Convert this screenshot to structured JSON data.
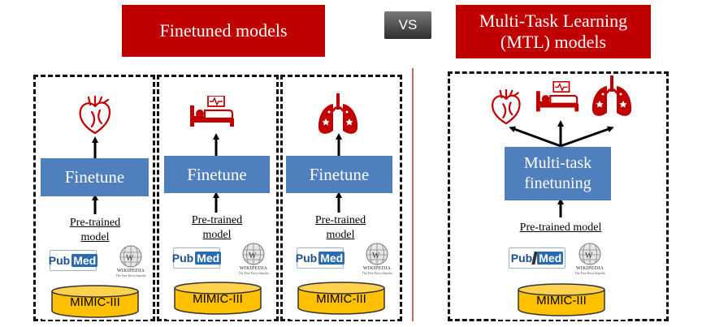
{
  "header": {
    "finetuned_title": "Finetuned models",
    "vs_label": "VS",
    "mtl_title_line1": "Multi-Task Learning",
    "mtl_title_line2": "(MTL) models"
  },
  "finetuned_panels": [
    {
      "task_icon": "heart-icon",
      "finetune_label": "Finetune",
      "pretrained_line1": "Pre-trained",
      "pretrained_line2": "model",
      "pubmed_a": "Pub",
      "pubmed_b": "Med",
      "wiki_title": "WIKIPEDIA",
      "wiki_sub": "The Free Encyclopedia",
      "db_label": "MIMIC-III"
    },
    {
      "task_icon": "hospital-bed-icon",
      "finetune_label": "Finetune",
      "pretrained_line1": "Pre-trained",
      "pretrained_line2": "model",
      "pubmed_a": "Pub",
      "pubmed_b": "Med",
      "wiki_title": "WIKIPEDIA",
      "wiki_sub": "The Free Encyclopedia",
      "db_label": "MIMIC-III"
    },
    {
      "task_icon": "lungs-icon",
      "finetune_label": "Finetune",
      "pretrained_line1": "Pre-trained",
      "pretrained_line2": "model",
      "pubmed_a": "Pub",
      "pubmed_b": "Med",
      "wiki_title": "WIKIPEDIA",
      "wiki_sub": "The Free Encyclopedia",
      "db_label": "MIMIC-III"
    }
  ],
  "mtl_panel": {
    "task_icons": [
      "heart-icon",
      "hospital-bed-icon",
      "lungs-icon"
    ],
    "finetune_line1": "Multi-task",
    "finetune_line2": "finetuning",
    "pretrained_label": "Pre-trained model",
    "pubmed_a": "Pub",
    "pubmed_b": "Med",
    "wiki_title": "WIKIPEDIA",
    "wiki_sub": "The Free Encyclopedia",
    "db_label": "MIMIC-III"
  },
  "colors": {
    "banner_red": "#c00000",
    "finetune_blue": "#4f7fbd",
    "icon_red": "#c00000",
    "db_yellow": "#ffc000"
  }
}
